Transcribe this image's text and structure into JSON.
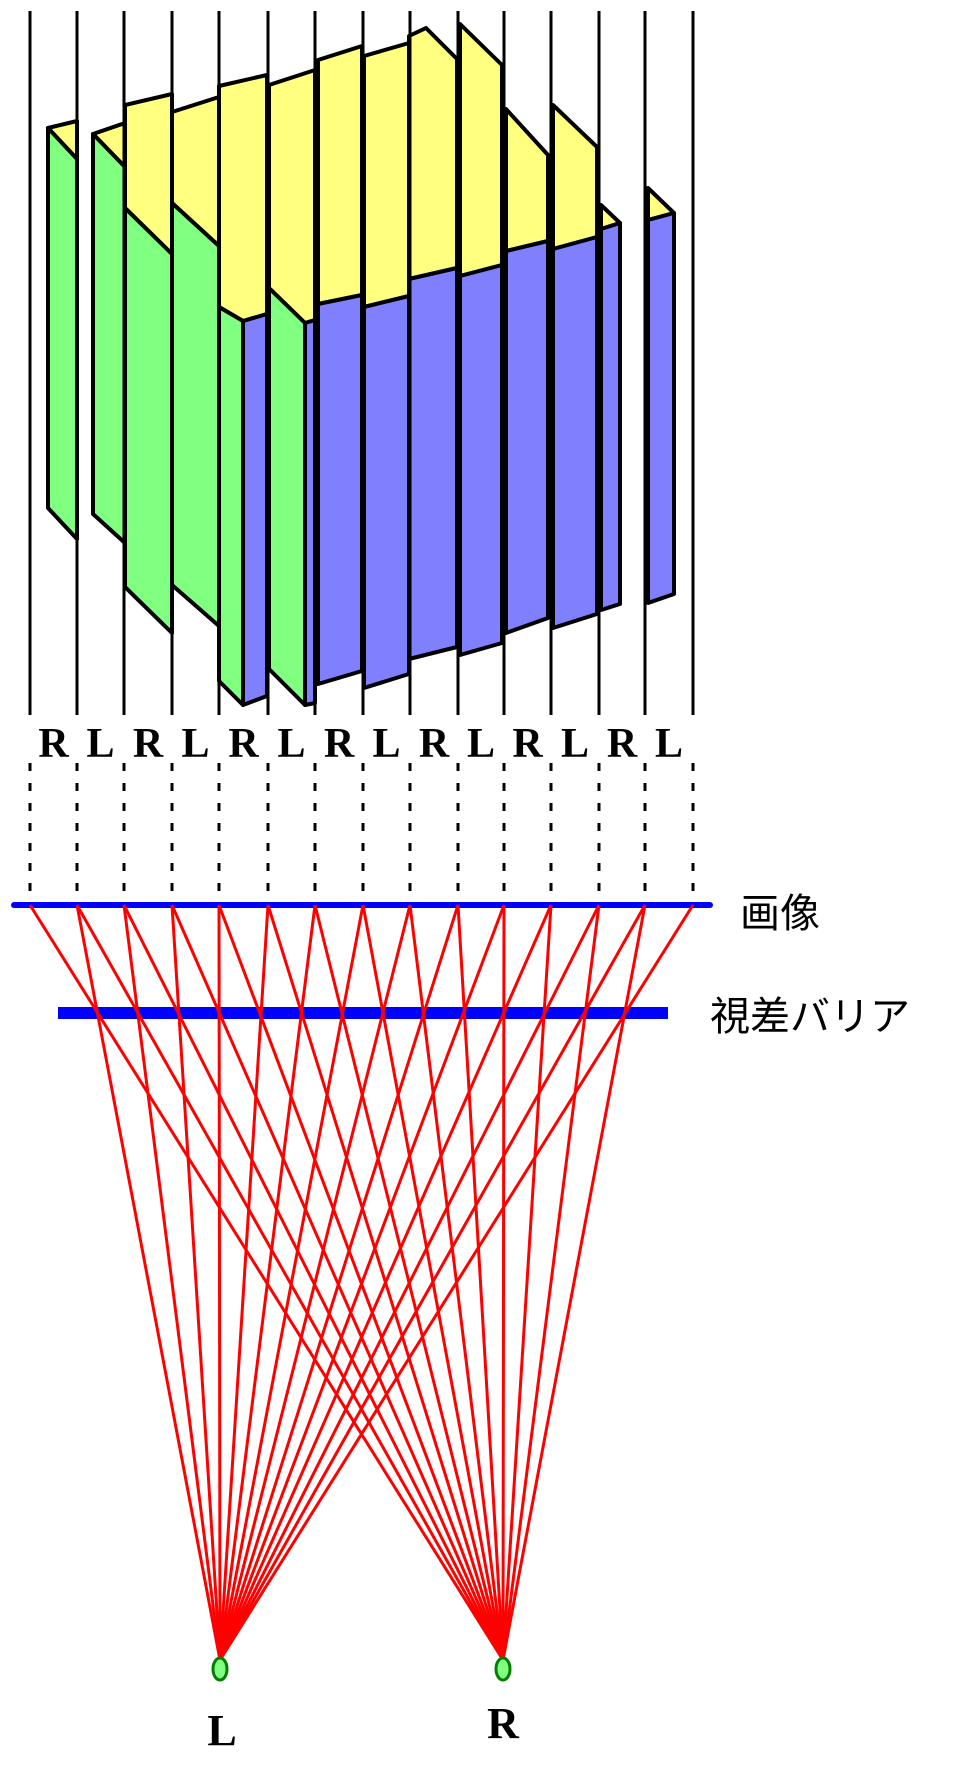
{
  "strip_labels": [
    "R",
    "L",
    "R",
    "L",
    "R",
    "L",
    "R",
    "L",
    "R",
    "L",
    "R",
    "L",
    "R",
    "L"
  ],
  "image_label": "画像",
  "barrier_label": "視差バリア",
  "eyes": {
    "left_label": "L",
    "right_label": "R"
  },
  "colors": {
    "left_face": "#80ff80",
    "top_face": "#ffff80",
    "right_face": "#8080ff",
    "image_plane": "#0000ff",
    "barrier": "#0000ff",
    "rays": "#ff0000",
    "eye_fill": "#80ff80",
    "eye_stroke": "#008000"
  }
}
